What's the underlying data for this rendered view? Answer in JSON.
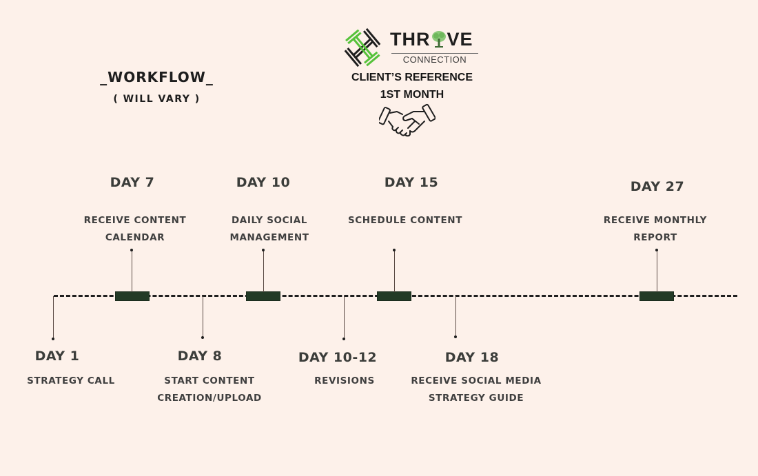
{
  "header": {
    "workflow_title": "_WORKFLOW_",
    "workflow_subtitle": "( WILL VARY )",
    "logo": {
      "brand_left": "THR",
      "brand_right": "VE",
      "brand_sub": "CONNECTION",
      "icon": "interlocked-h-logo-icon",
      "tree_icon": "tree-icon"
    },
    "client_reference": "CLIENT’S REFERENCE",
    "period": "1ST MONTH",
    "handshake_icon": "handshake-icon"
  },
  "colors": {
    "background": "#fdf1ea",
    "marker": "#233a26",
    "logo_green": "#55c23a",
    "logo_dark": "#1e1e1e",
    "text": "#3b3d3a"
  },
  "timeline": {
    "above": [
      {
        "day": "DAY 7",
        "lines": [
          "RECEIVE CONTENT",
          "CALENDAR"
        ]
      },
      {
        "day": "DAY 10",
        "lines": [
          "DAILY SOCIAL",
          "MANAGEMENT"
        ]
      },
      {
        "day": "DAY 15",
        "lines": [
          "SCHEDULE CONTENT"
        ]
      },
      {
        "day": "DAY 27",
        "lines": [
          "RECEIVE MONTHLY",
          "REPORT"
        ]
      }
    ],
    "below": [
      {
        "day": "DAY 1",
        "lines": [
          "STRATEGY CALL"
        ]
      },
      {
        "day": "DAY 8",
        "lines": [
          "START CONTENT",
          "CREATION/UPLOAD"
        ]
      },
      {
        "day": "DAY 10-12",
        "lines": [
          "REVISIONS"
        ]
      },
      {
        "day": "DAY 18",
        "lines": [
          "RECEIVE SOCIAL MEDIA",
          "STRATEGY GUIDE"
        ]
      }
    ]
  }
}
